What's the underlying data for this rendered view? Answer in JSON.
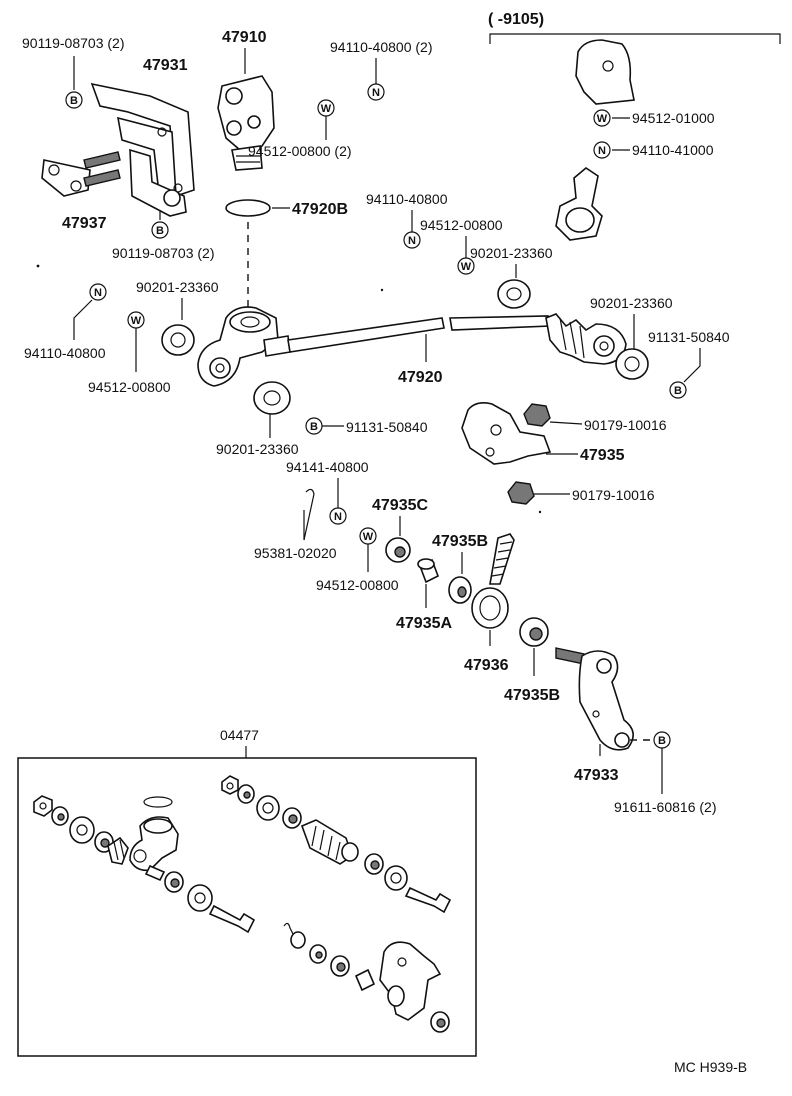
{
  "diagram": {
    "range_note": "(       -9105)",
    "kit_number": "04477",
    "footer_code": "MC H939-B",
    "symbols": {
      "bolt": "B",
      "nut": "N",
      "washer": "W"
    },
    "labels": {
      "l_90119_top": "90119-08703 (2)",
      "l_47931": "47931",
      "l_47910": "47910",
      "l_94110_40800_top": "94110-40800 (2)",
      "l_94512_01000": "94512-01000",
      "l_94110_41000": "94110-41000",
      "l_94512_00800_2": "94512-00800 (2)",
      "l_47937": "47937",
      "l_90119_bot": "90119-08703 (2)",
      "l_47920B": "47920B",
      "l_94110_40800_mid": "94110-40800",
      "l_94512_00800_mid": "94512-00800",
      "l_90201_mid": "90201-23360",
      "l_90201_left": "90201-23360",
      "l_90201_right": "90201-23360",
      "l_91131_right": "91131-50840",
      "l_94110_40800_left": "94110-40800",
      "l_94512_00800_left": "94512-00800",
      "l_47920": "47920",
      "l_90179_a": "90179-10016",
      "l_47935": "47935",
      "l_90201_bottom": "90201-23360",
      "l_91131_mid": "91131-50840",
      "l_94141": "94141-40800",
      "l_90179_b": "90179-10016",
      "l_47935C": "47935C",
      "l_95381": "95381-02020",
      "l_94512_00800_low": "94512-00800",
      "l_47935B_a": "47935B",
      "l_47935A": "47935A",
      "l_47936": "47936",
      "l_47935B_b": "47935B",
      "l_47933": "47933",
      "l_91611": "91611-60816 (2)"
    }
  }
}
